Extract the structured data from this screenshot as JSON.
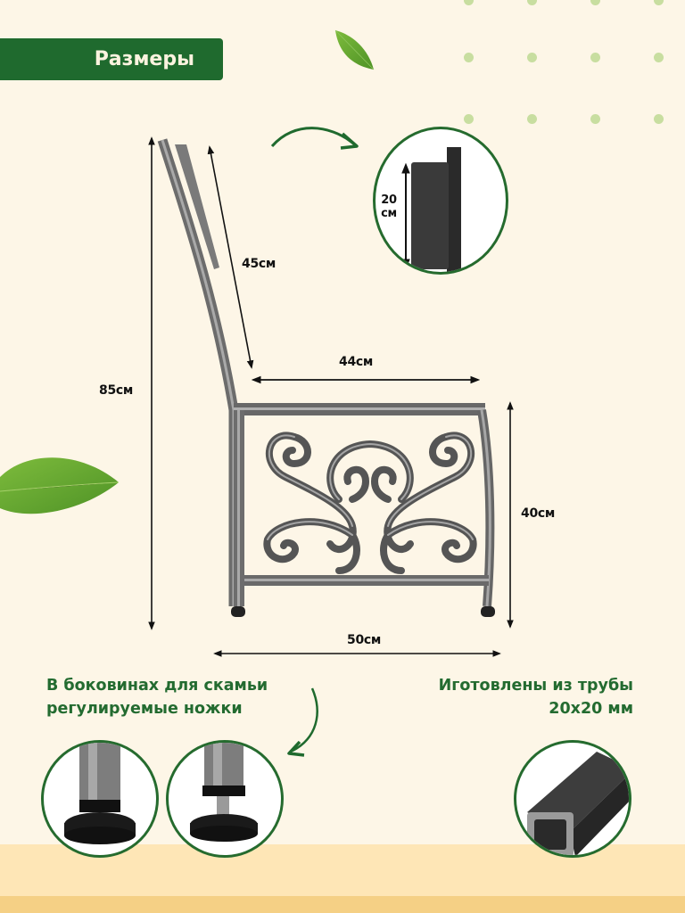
{
  "header": {
    "title": "Размеры"
  },
  "dimensions": {
    "total_height": "85см",
    "backrest_length": "45см",
    "seat_depth": "44см",
    "seat_height": "40см",
    "base_width": "50см",
    "backrest_plate_height_line1": "20",
    "backrest_plate_height_line2": "см"
  },
  "captions": {
    "adjustable_feet_line1": "В боковинах для скамьи",
    "adjustable_feet_line2": "регулируемые ножки",
    "tube_line1": "Иготовлены из трубы",
    "tube_line2": "20х20 мм"
  },
  "colors": {
    "background": "#fdf6e7",
    "brand_green": "#1f6a2e",
    "dot_green": "#c8dea0",
    "band_light": "#fee6b6",
    "band_dark": "#f5d085"
  }
}
